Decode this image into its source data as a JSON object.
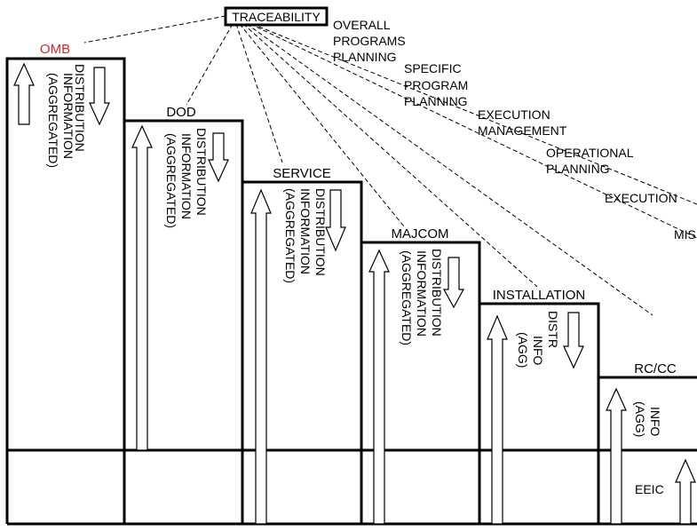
{
  "traceability": "TRACEABILITY",
  "planning": [
    [
      "OVERALL",
      "PROGRAMS",
      "PLANNING"
    ],
    [
      "SPECIFIC",
      "PROGRAM",
      "PLANNING"
    ],
    [
      "EXECUTION",
      "MANAGEMENT"
    ],
    [
      "OPERATIONAL",
      "PLANNING"
    ],
    [
      "EXECUTION"
    ],
    [
      "MIS"
    ]
  ],
  "levels": [
    {
      "name": "OMB",
      "up": [
        "(AGGREGATED)",
        "INFORMATION"
      ],
      "down": [
        "DISTRIBUTION"
      ]
    },
    {
      "name": "DOD",
      "up": [
        "(AGGREGATED)",
        "INFORMATION"
      ],
      "down": [
        "DISTRIBUTION"
      ]
    },
    {
      "name": "SERVICE",
      "up": [
        "(AGGREGATED)",
        "INFORMATION"
      ],
      "down": [
        "DISTRIBUTION"
      ]
    },
    {
      "name": "MAJCOM",
      "up": [
        "(AGGREGATED)",
        "INFORMATION"
      ],
      "down": [
        "DISTRIBUTION"
      ]
    },
    {
      "name": "INSTALLATION",
      "up": [
        "(AGG)",
        "INFO"
      ],
      "down": [
        "DISTR"
      ]
    },
    {
      "name": "RC/CC",
      "up": [
        "(AGG)",
        "INFO"
      ],
      "down": []
    }
  ],
  "eeic": "EEIC",
  "colors": {
    "omb": "#d42a2a",
    "line": "#000000"
  }
}
